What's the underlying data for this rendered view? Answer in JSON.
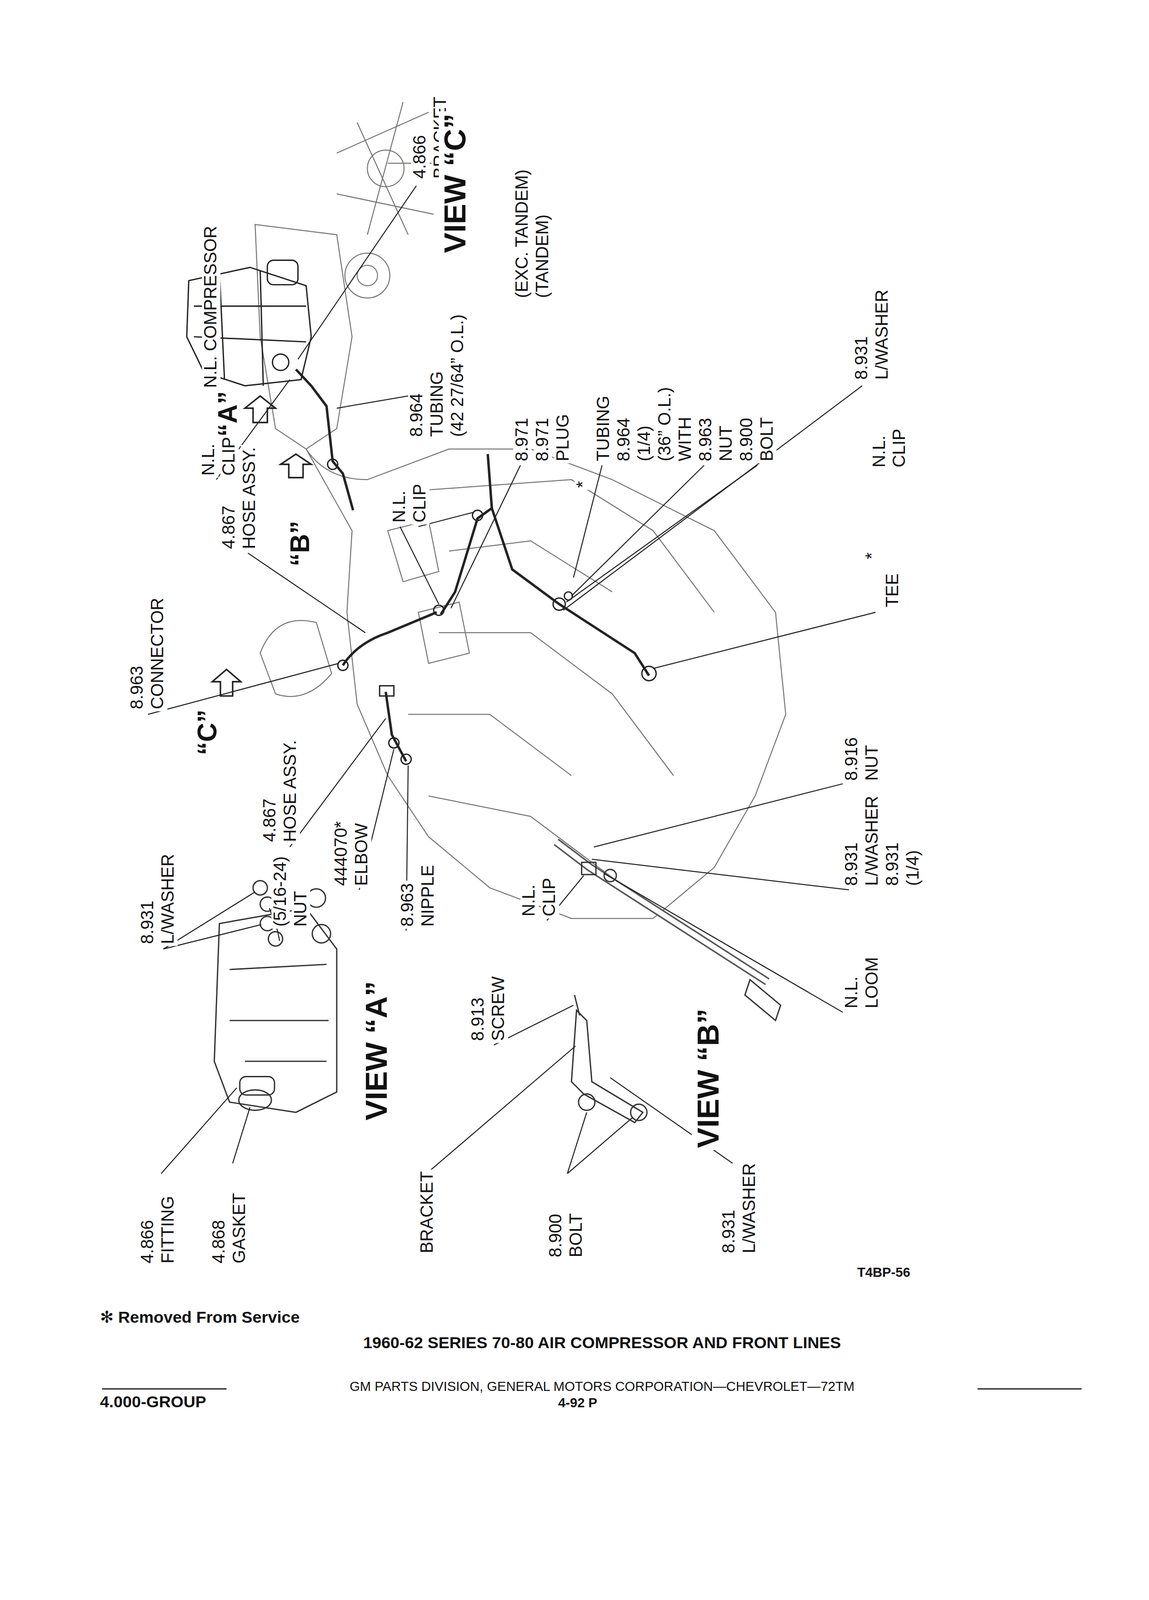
{
  "diagram": {
    "title": "1960-62 SERIES 70-80 AIR COMPRESSOR AND FRONT LINES",
    "labels": [
      "4.866",
      "BRACKET",
      "VIEW “C”",
      "N.L. COMPRESSOR",
      "“A”",
      "8.964",
      "TUBING",
      "(42 27/64” O.L.)",
      "N.L.",
      "CLIP",
      "4.867",
      "HOSE ASSY.",
      "“B”",
      "N.L.",
      "CLIP",
      "8.971",
      "(EXC. TANDEM)",
      "8.971",
      "(TANDEM)",
      "PLUG",
      "*",
      "TUBING",
      "8.964",
      "(1/4)",
      "(36” O.L.)",
      "WITH",
      "8.963",
      "NUT",
      "8.900",
      "BOLT",
      "8.931",
      "L/WASHER",
      "N.L.",
      "CLIP",
      "*",
      "TEE",
      "8.963",
      "CONNECTOR",
      "“C”",
      "4.867",
      "HOSE ASSY.",
      "444070*",
      "ELBOW",
      "8.963",
      "NIPPLE",
      "8.916",
      "NUT",
      "8.931",
      "L/WASHER",
      "8.931",
      "(1/4)",
      "8.931",
      "L/WASHER",
      "(5/16-24)",
      "NUT",
      "VIEW “A”",
      "4.866",
      "FITTING",
      "4.868",
      "GASKET",
      "N.L.",
      "CLIP",
      "8.913",
      "SCREW",
      "N.L.",
      "LOOM",
      "VIEW “B”",
      "BRACKET",
      "8.900",
      "BOLT",
      "8.931",
      "L/WASHER",
      "T4BP-56",
      "✻ Removed From Service",
      "GM PARTS DIVISION, GENERAL MOTORS CORPORATION—CHEVROLET—72TM",
      "4.000-GROUP",
      "4-92 P"
    ]
  }
}
